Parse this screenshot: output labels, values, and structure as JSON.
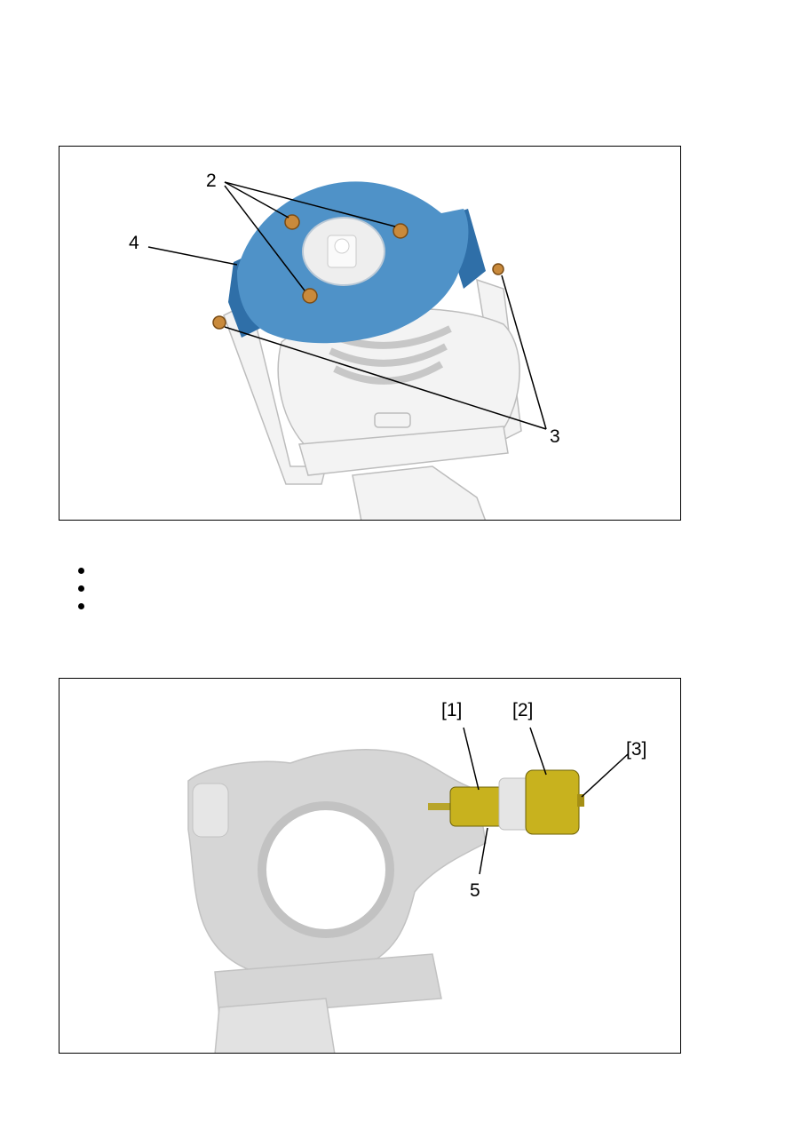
{
  "figure_1": {
    "callouts": {
      "label_2": "2",
      "label_3": "3",
      "label_4": "4"
    },
    "colors": {
      "mount": "#4f92c8",
      "mount_dark": "#2f6fa8",
      "nut": "#c98a3c",
      "knuckle": "#f2f2f2"
    }
  },
  "bullet_list": {
    "items": [
      "",
      "",
      ""
    ]
  },
  "figure_2": {
    "callouts": {
      "tool_1": "[1]",
      "tool_2": "[2]",
      "tool_3": "[3]",
      "label_5": "5"
    },
    "colors": {
      "tool": "#c8b21e",
      "tool_dark": "#6d6108",
      "arm": "#d6d6d6"
    }
  }
}
